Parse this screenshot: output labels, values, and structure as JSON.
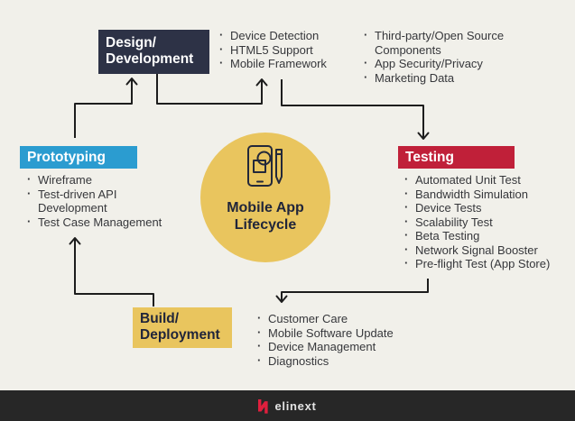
{
  "center": {
    "title_lines": [
      "Mobile App",
      "Lifecycle"
    ],
    "icon": "phone-and-pencil-icon",
    "circle_color": "#e9c55e",
    "text_color": "#20253a"
  },
  "stages": {
    "design": {
      "lines": [
        "Design/",
        "Development"
      ],
      "color": "#2d3246",
      "text_color": "#ffffff"
    },
    "prototyping": {
      "lines": [
        "Prototyping"
      ],
      "color": "#2b9cd0",
      "text_color": "#ffffff"
    },
    "testing": {
      "lines": [
        "Testing"
      ],
      "color": "#c02039",
      "text_color": "#ffffff"
    },
    "build": {
      "lines": [
        "Build/",
        "Deployment"
      ],
      "color": "#e9c55e",
      "text_color": "#20253a"
    }
  },
  "lists": {
    "design_features": {
      "items": [
        "Device Detection",
        "HTML5 Support",
        "Mobile Framework"
      ]
    },
    "thirdparty_features": {
      "items": [
        "Third-party/Open Source Components",
        "App Security/Privacy",
        "Marketing Data"
      ]
    },
    "prototyping_features": {
      "items": [
        "Wireframe",
        "Test-driven API Development",
        "Test Case Management"
      ]
    },
    "testing_features": {
      "items": [
        "Automated Unit Test",
        "Bandwidth Simulation",
        "Device Tests",
        "Scalability Test",
        "Beta Testing",
        "Network Signal Booster",
        "Pre-flight Test (App Store)"
      ]
    },
    "maintenance_features": {
      "items": [
        "Customer Care",
        "Mobile Software Update",
        "Device Management",
        "Diagnostics"
      ]
    }
  },
  "footer": {
    "brand": "elinext",
    "bar_color": "#272727",
    "logo_color": "#e01f3d"
  },
  "colors": {
    "background": "#f1f0ea",
    "arrow": "#1d1d1d",
    "bullet_text": "#36373b"
  }
}
